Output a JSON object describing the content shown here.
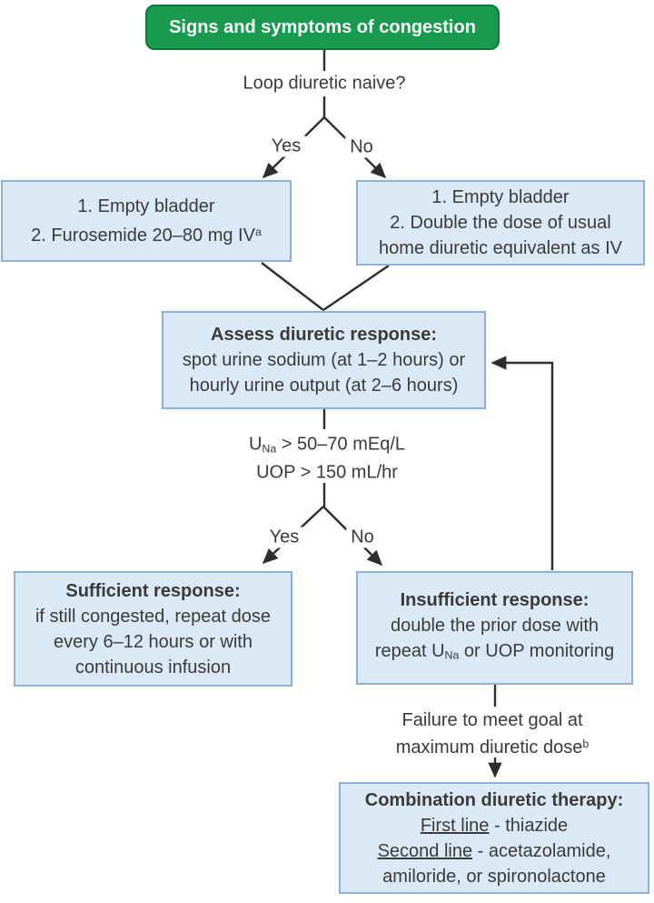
{
  "palette": {
    "green-fill": "#189b4f",
    "green-border": "#0c7a3c",
    "blue-fill": "#dbe9f6",
    "blue-border": "#8fb2d3",
    "line": "#2d2d2d",
    "text": "#3a3a3a",
    "bg": "#ffffff"
  },
  "flowchart": {
    "start": "Signs and symptoms of congestion",
    "question1": "Loop diuretic naive?",
    "labels": {
      "yes1": "Yes",
      "no1": "No",
      "yes2": "Yes",
      "no2": "No"
    },
    "naive_yes_box": {
      "line1": "1. Empty bladder",
      "line2_main": "2. Furosemide 20–80 mg IV",
      "line2_sup": "a"
    },
    "naive_no_box": {
      "line1": "1. Empty bladder",
      "line2": "2. Double the dose of usual",
      "line3": "home diuretic equivalent as IV"
    },
    "assess_box": {
      "title": "Assess diuretic response:",
      "line2": "spot urine sodium (at 1–2 hours) or",
      "line3": "hourly urine output (at 2–6 hours)"
    },
    "criteria": {
      "l1_pre": "U",
      "l1_sub": "Na",
      "l1_post": " > 50–70 mEq/L",
      "line2": "UOP > 150 mL/hr"
    },
    "sufficient_box": {
      "title": "Sufficient response:",
      "line2": "if still congested, repeat dose",
      "line3": "every 6–12 hours or with",
      "line4": "continuous infusion"
    },
    "insufficient_box": {
      "title": "Insufficient response:",
      "line2": "double the prior dose with",
      "line3_pre": "repeat U",
      "line3_sub": "Na",
      "line3_post": " or UOP monitoring"
    },
    "failure": {
      "line1": "Failure to meet goal at",
      "line2_main": "maximum diuretic dose",
      "line2_sup": "b"
    },
    "combination_box": {
      "title": "Combination diuretic therapy:",
      "line2_u": "First line",
      "line2_rest": " - thiazide",
      "line3_u": "Second line",
      "line3_rest": " - acetazolamide,",
      "line4": "amiloride, or spironolactone"
    }
  }
}
